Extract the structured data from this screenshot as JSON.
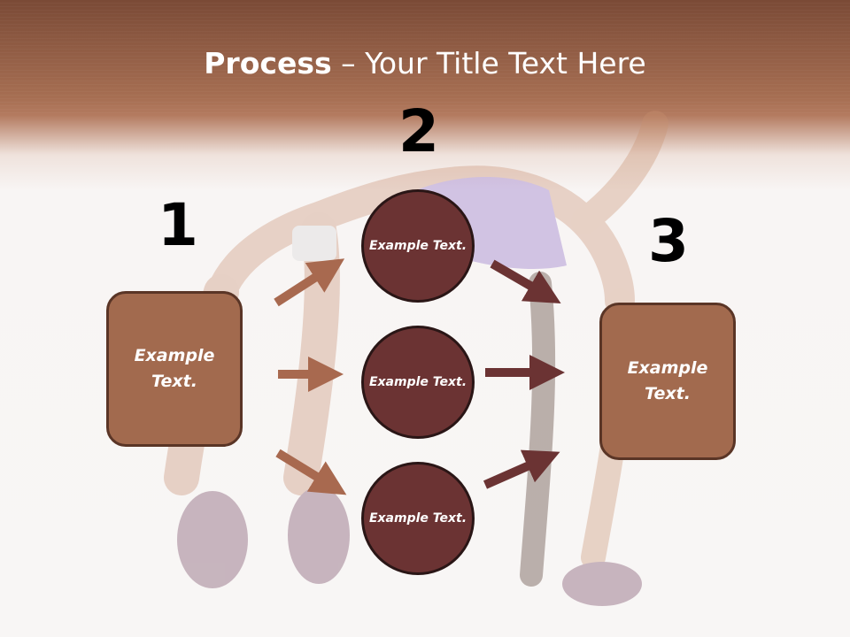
{
  "slide": {
    "title_bold": "Process",
    "title_rest": " – Your Title Text Here"
  },
  "steps": [
    {
      "number": "1",
      "text": "Example Text."
    },
    {
      "number": "2",
      "items": [
        "Example Text.",
        "Example Text.",
        "Example Text."
      ]
    },
    {
      "number": "3",
      "text": "Example Text."
    }
  ],
  "colors": {
    "header": "#a66e52",
    "box_fill": "#a26a4e",
    "circle_fill": "#6b3333",
    "arrow_left": "#a8694f",
    "arrow_right": "#6b3333"
  }
}
